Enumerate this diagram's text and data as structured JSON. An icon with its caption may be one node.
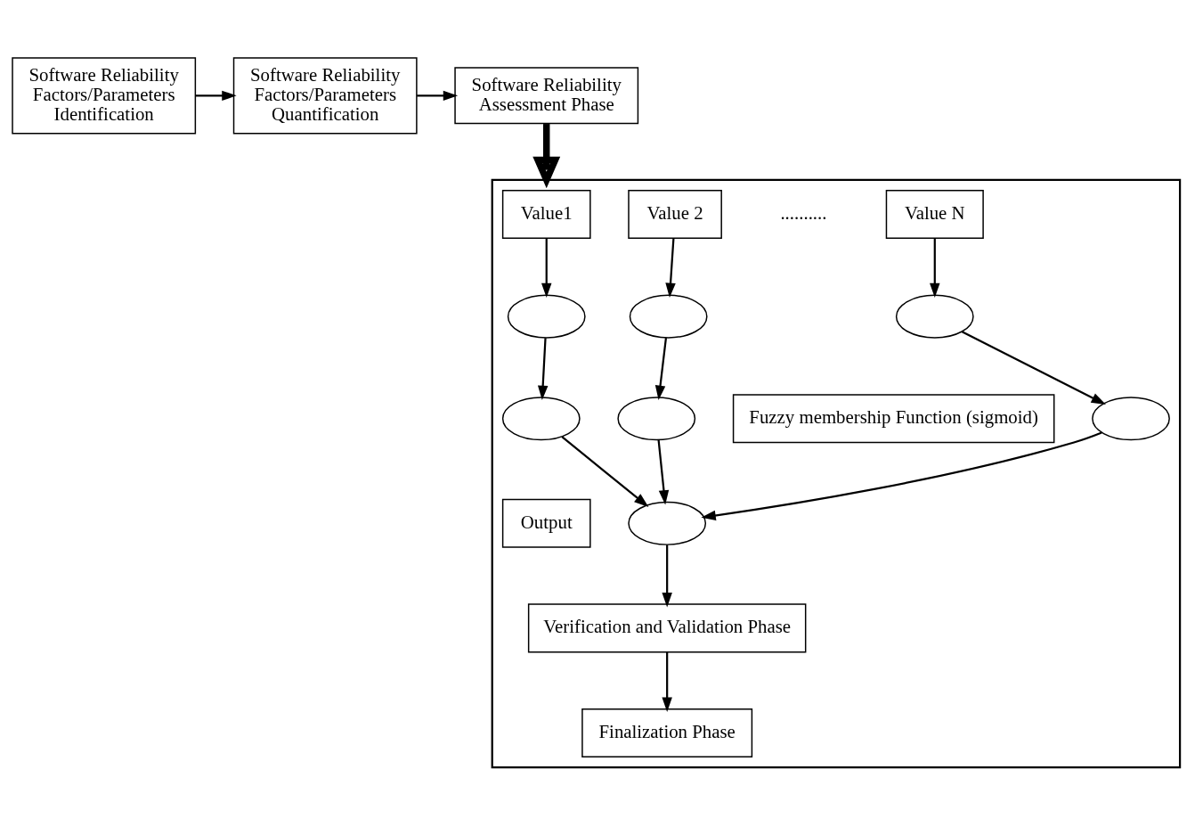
{
  "diagram": {
    "nodes": [
      {
        "text": [
          "Software Reliability Factors/Parameters Identification"
        ]
      },
      {
        "text": [
          "Software Reliability Factors/Parameters Quantification"
        ]
      },
      {
        "text": [
          "Software Reliability Assessment Phase"
        ]
      },
      {
        "text": [],
        "shape": "box"
      },
      {
        "text": [
          "Value1"
        ],
        "in": 3
      },
      {
        "text": [
          "Value 2"
        ],
        "in": 3
      },
      {
        "text": [
          "Value N"
        ],
        "in": 3
      },
      {
        "text": [],
        "shape": "ellipse",
        "in": 3
      },
      {
        "text": [],
        "shape": "ellipse",
        "in": 3
      },
      {
        "text": [],
        "shape": "ellipse",
        "in": 3
      },
      {
        "text": [
          "Fuzzy membership Function (sigmoid)"
        ],
        "in": 3
      },
      {
        "text": [],
        "shape": "ellipse",
        "in": 3
      },
      {
        "text": [],
        "shape": "ellipse",
        "in": 3
      },
      {
        "text": [],
        "shape": "ellipse",
        "in": 3
      },
      {
        "text": [
          "Output"
        ],
        "in": 3
      },
      {
        "text": [],
        "shape": "ellipse",
        "in": 3
      },
      {
        "text": [
          "Verification and Validation Phase"
        ],
        "in": 3
      },
      {
        "text": [
          "Finalization Phase"
        ],
        "in": 3
      }
    ],
    "edges": [
      {
        "from": 0,
        "to": 1,
        "arrow": "to"
      },
      {
        "from": 1,
        "to": 2,
        "arrow": "to"
      },
      {
        "from": 2,
        "to": 3,
        "arrow": "to",
        "style": "thick"
      },
      {
        "from": 4,
        "to": 7,
        "arrow": "to"
      },
      {
        "from": 5,
        "to": 8,
        "arrow": "to"
      },
      {
        "from": 6,
        "to": 9,
        "arrow": "to"
      },
      {
        "from": 7,
        "to": 13,
        "arrow": "to"
      },
      {
        "from": 8,
        "to": 12,
        "arrow": "to"
      },
      {
        "from": 9,
        "to": 11,
        "arrow": "to"
      },
      {
        "from": 11,
        "to": 15,
        "arrow": "to"
      },
      {
        "from": 12,
        "to": 15,
        "arrow": "to"
      },
      {
        "from": 13,
        "to": 15,
        "arrow": "to"
      },
      {
        "from": 15,
        "to": 16,
        "arrow": "to"
      },
      {
        "from": 16,
        "to": 17,
        "arrow": "to"
      }
    ],
    "labels": [
      ".........."
    ]
  }
}
